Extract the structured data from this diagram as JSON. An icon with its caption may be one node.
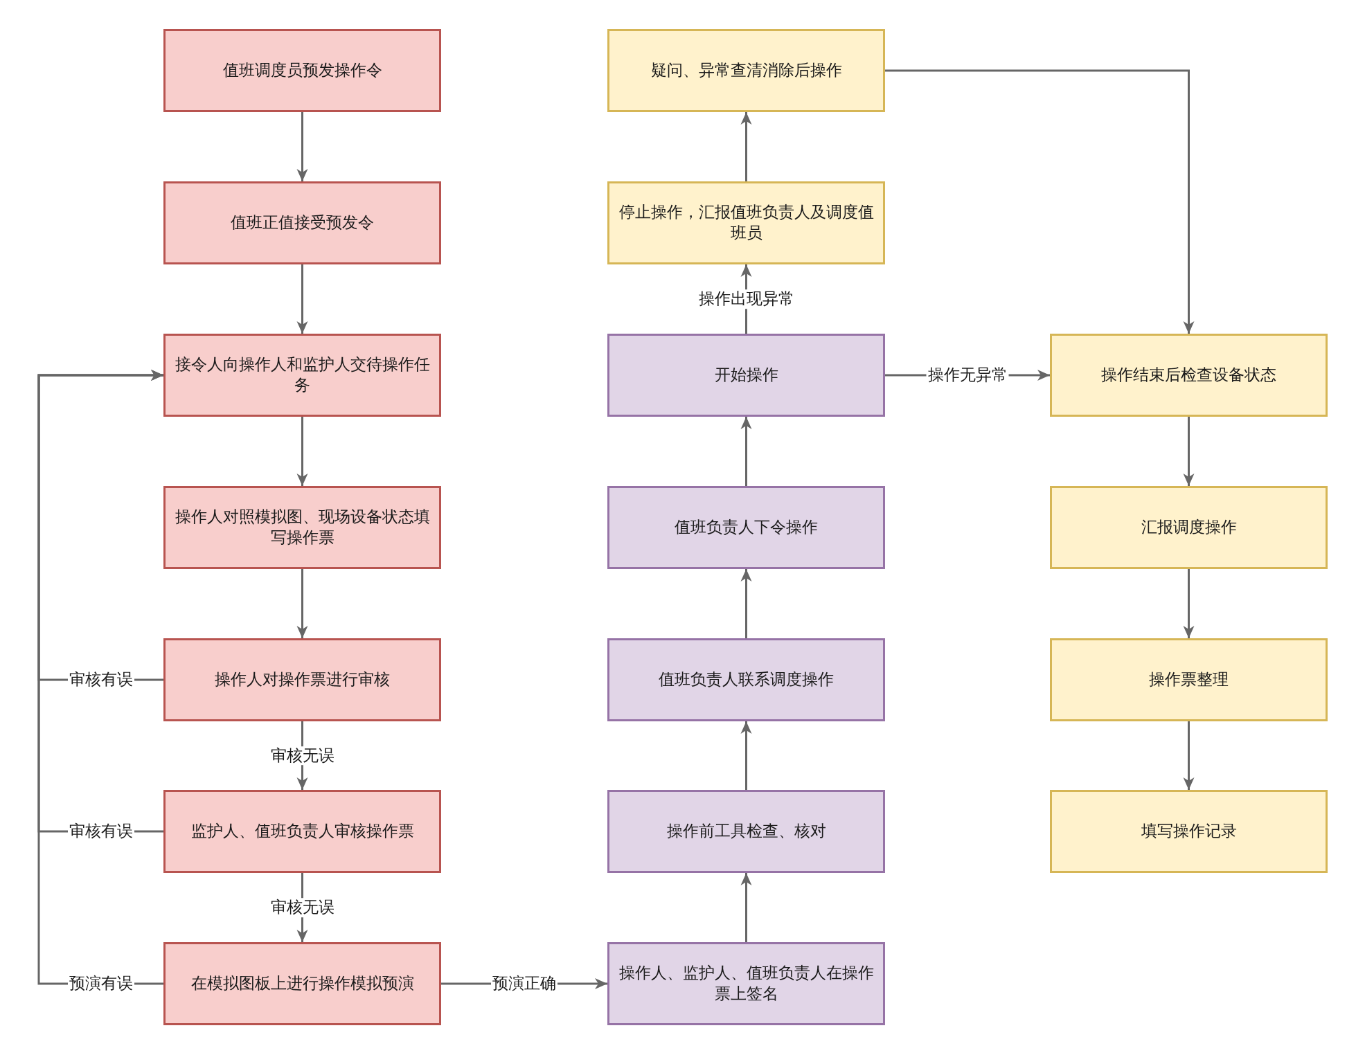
{
  "diagram": {
    "nodes": [
      {
        "text": [
          "值班调度员预发操作令"
        ]
      },
      {
        "text": [
          "值班正值接受预发令"
        ]
      },
      {
        "text": [
          "接令人向操作人和监护人交待操作任务"
        ]
      },
      {
        "text": [
          "操作人对照模拟图、现场设备状态填写操作票"
        ]
      },
      {
        "text": [
          "操作人对操作票进行审核"
        ]
      },
      {
        "text": [
          "监护人、值班负责人审核操作票"
        ]
      },
      {
        "text": [
          "在模拟图板上进行操作模拟预演"
        ]
      },
      {
        "text": [
          "疑问、异常查清消除后操作"
        ]
      },
      {
        "text": [
          "停止操作，汇报值班负责人及调度值班员"
        ]
      },
      {
        "text": [
          "开始操作"
        ]
      },
      {
        "text": [
          "值班负责人下令操作"
        ]
      },
      {
        "text": [
          "值班负责人联系调度操作"
        ]
      },
      {
        "text": [
          "操作前工具检查、核对"
        ]
      },
      {
        "text": [
          "操作人、监护人、值班负责人在操作票上签名"
        ]
      },
      {
        "text": [
          "操作结束后检查设备状态"
        ]
      },
      {
        "text": [
          "汇报调度操作"
        ]
      },
      {
        "text": [
          "操作票整理"
        ]
      },
      {
        "text": [
          "填写操作记录"
        ]
      }
    ],
    "edges": [
      {
        "from": 0,
        "to": 1,
        "arrow": "to"
      },
      {
        "from": 1,
        "to": 2,
        "arrow": "to"
      },
      {
        "from": 2,
        "to": 3,
        "arrow": "to"
      },
      {
        "from": 3,
        "to": 4,
        "arrow": "to"
      },
      {
        "from": 4,
        "to": 5,
        "arrow": "to",
        "label": "审核无误"
      },
      {
        "from": 5,
        "to": 6,
        "arrow": "to",
        "label": "审核无误"
      },
      {
        "from": 4,
        "to": 2,
        "arrow": "to",
        "label": "审核有误"
      },
      {
        "from": 5,
        "to": 2,
        "arrow": "to",
        "label": "审核有误"
      },
      {
        "from": 6,
        "to": 2,
        "arrow": "to",
        "label": "预演有误"
      },
      {
        "from": 6,
        "to": 13,
        "arrow": "to",
        "label": "预演正确"
      },
      {
        "from": 13,
        "to": 12,
        "arrow": "to"
      },
      {
        "from": 12,
        "to": 11,
        "arrow": "to"
      },
      {
        "from": 11,
        "to": 10,
        "arrow": "to"
      },
      {
        "from": 10,
        "to": 9,
        "arrow": "to"
      },
      {
        "from": 9,
        "to": 8,
        "arrow": "to",
        "label": "操作出现异常"
      },
      {
        "from": 8,
        "to": 7,
        "arrow": "to"
      },
      {
        "from": 7,
        "to": 14,
        "arrow": "to"
      },
      {
        "from": 9,
        "to": 14,
        "arrow": "to",
        "label": "操作无异常"
      },
      {
        "from": 14,
        "to": 15,
        "arrow": "to"
      },
      {
        "from": 15,
        "to": 16,
        "arrow": "to"
      },
      {
        "from": 16,
        "to": 17,
        "arrow": "to"
      }
    ]
  }
}
